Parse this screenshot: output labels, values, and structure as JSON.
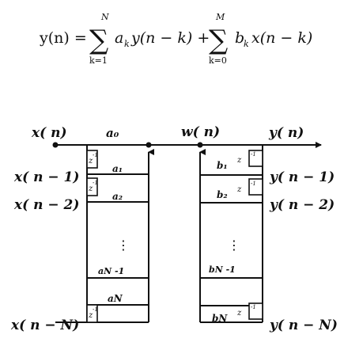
{
  "formula": {
    "lhs": "y(n) =",
    "sum1": {
      "symbol": "∑",
      "upper": "N",
      "lower": "k=1",
      "term": "a",
      "sub": "k",
      "arg": "y(n − k) +"
    },
    "sum2": {
      "symbol": "∑",
      "upper": "M",
      "lower": "k=0",
      "term": "b",
      "sub": "k",
      "arg": "x(n − k)"
    }
  },
  "signals": {
    "x_n": "x( n)",
    "x_n1": "x( n − 1)",
    "x_n2": "x( n − 2)",
    "x_nN": "x( n − N)",
    "w_n": "w( n)",
    "y_n": "y( n)",
    "y_n1": "y( n − 1)",
    "y_n2": "y( n − 2)",
    "y_nN": "y( n − N)"
  },
  "left_coefs": {
    "a0": "a₀",
    "a1": "a₁",
    "a2": "a₂",
    "aN1": "aN -1",
    "aN": "aN"
  },
  "right_coefs": {
    "b1": "b₁",
    "b2": "b₂",
    "bN1": "bN -1",
    "bN": "bN"
  },
  "delay_label": "z",
  "delay_exp": "-1",
  "ellipsis": "⋮"
}
